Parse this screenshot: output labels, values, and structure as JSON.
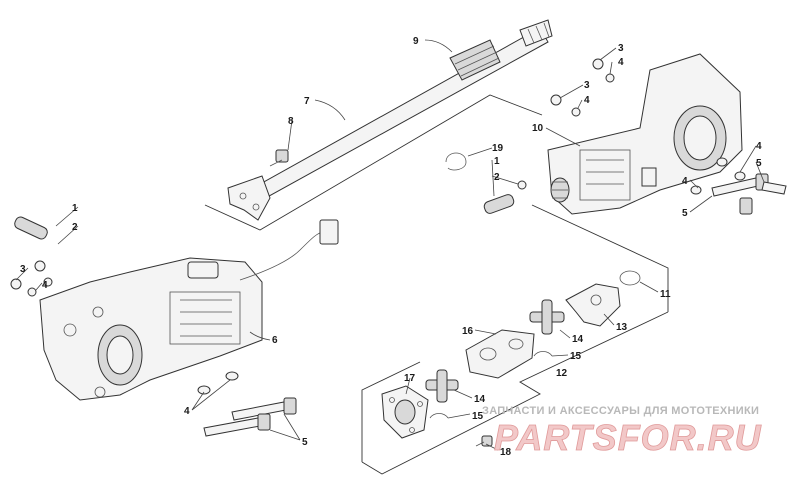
{
  "callouts": [
    {
      "id": "c9",
      "label": "9"
    },
    {
      "id": "c7",
      "label": "7"
    },
    {
      "id": "c8",
      "label": "8"
    },
    {
      "id": "c1a",
      "label": "1"
    },
    {
      "id": "c2a",
      "label": "2"
    },
    {
      "id": "c3a",
      "label": "3"
    },
    {
      "id": "c4a",
      "label": "4"
    },
    {
      "id": "c6",
      "label": "6"
    },
    {
      "id": "c4b",
      "label": "4"
    },
    {
      "id": "c5a",
      "label": "5"
    },
    {
      "id": "c3b",
      "label": "3"
    },
    {
      "id": "c4c",
      "label": "4"
    },
    {
      "id": "c3c",
      "label": "3"
    },
    {
      "id": "c4d",
      "label": "4"
    },
    {
      "id": "c10",
      "label": "10"
    },
    {
      "id": "c19",
      "label": "19"
    },
    {
      "id": "c1b",
      "label": "1"
    },
    {
      "id": "c2b",
      "label": "2"
    },
    {
      "id": "c4e",
      "label": "4"
    },
    {
      "id": "c5b",
      "label": "5"
    },
    {
      "id": "c4f",
      "label": "4"
    },
    {
      "id": "c5c",
      "label": "5"
    },
    {
      "id": "c11",
      "label": "11"
    },
    {
      "id": "c13",
      "label": "13"
    },
    {
      "id": "c16",
      "label": "16"
    },
    {
      "id": "c14a",
      "label": "14"
    },
    {
      "id": "c15a",
      "label": "15"
    },
    {
      "id": "c12",
      "label": "12"
    },
    {
      "id": "c17",
      "label": "17"
    },
    {
      "id": "c14b",
      "label": "14"
    },
    {
      "id": "c15b",
      "label": "15"
    },
    {
      "id": "c18",
      "label": "18"
    }
  ],
  "watermark": {
    "subtitle": "ЗАПЧАСТИ И АКСЕССУАРЫ ДЛЯ МОТОТЕХНИКИ",
    "logo": "PARTSFOR.RU"
  }
}
